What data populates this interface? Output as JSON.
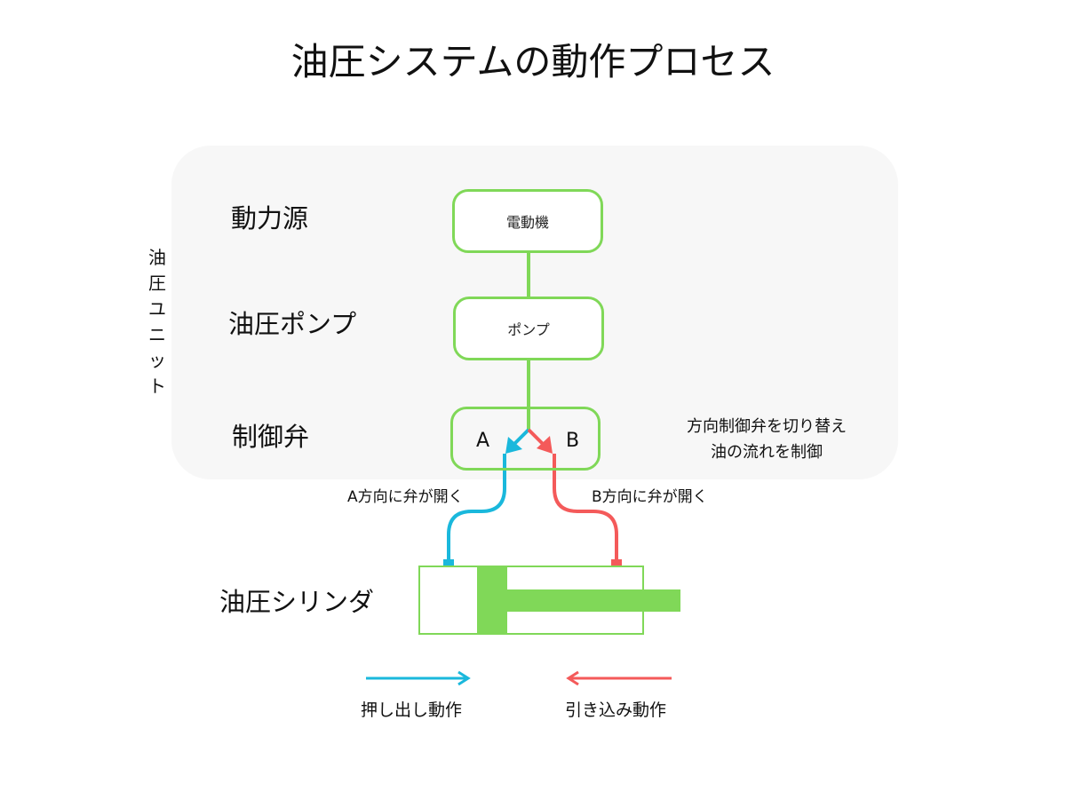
{
  "title": "油圧システムの動作プロセス",
  "unit_label": [
    "油",
    "圧",
    "ユ",
    "ニ",
    "ッ",
    "ト"
  ],
  "stages": {
    "power": "動力源",
    "pump": "油圧ポンプ",
    "valve": "制御弁",
    "cylinder": "油圧シリンダ"
  },
  "boxes": {
    "motor": "電動機",
    "pump": "ポンプ"
  },
  "valve_ports": {
    "a": "A",
    "b": "B"
  },
  "valve_note": [
    "方向制御弁を切り替え",
    "油の流れを制御"
  ],
  "flow_labels": {
    "a": "A方向に弁が開く",
    "b": "B方向に弁が開く"
  },
  "legend": {
    "push": "押し出し動作",
    "pull": "引き込み動作"
  },
  "colors": {
    "green": "#80d858",
    "blue": "#1ab8dc",
    "red": "#f45a5a",
    "unit_background": "#f7f7f7"
  }
}
